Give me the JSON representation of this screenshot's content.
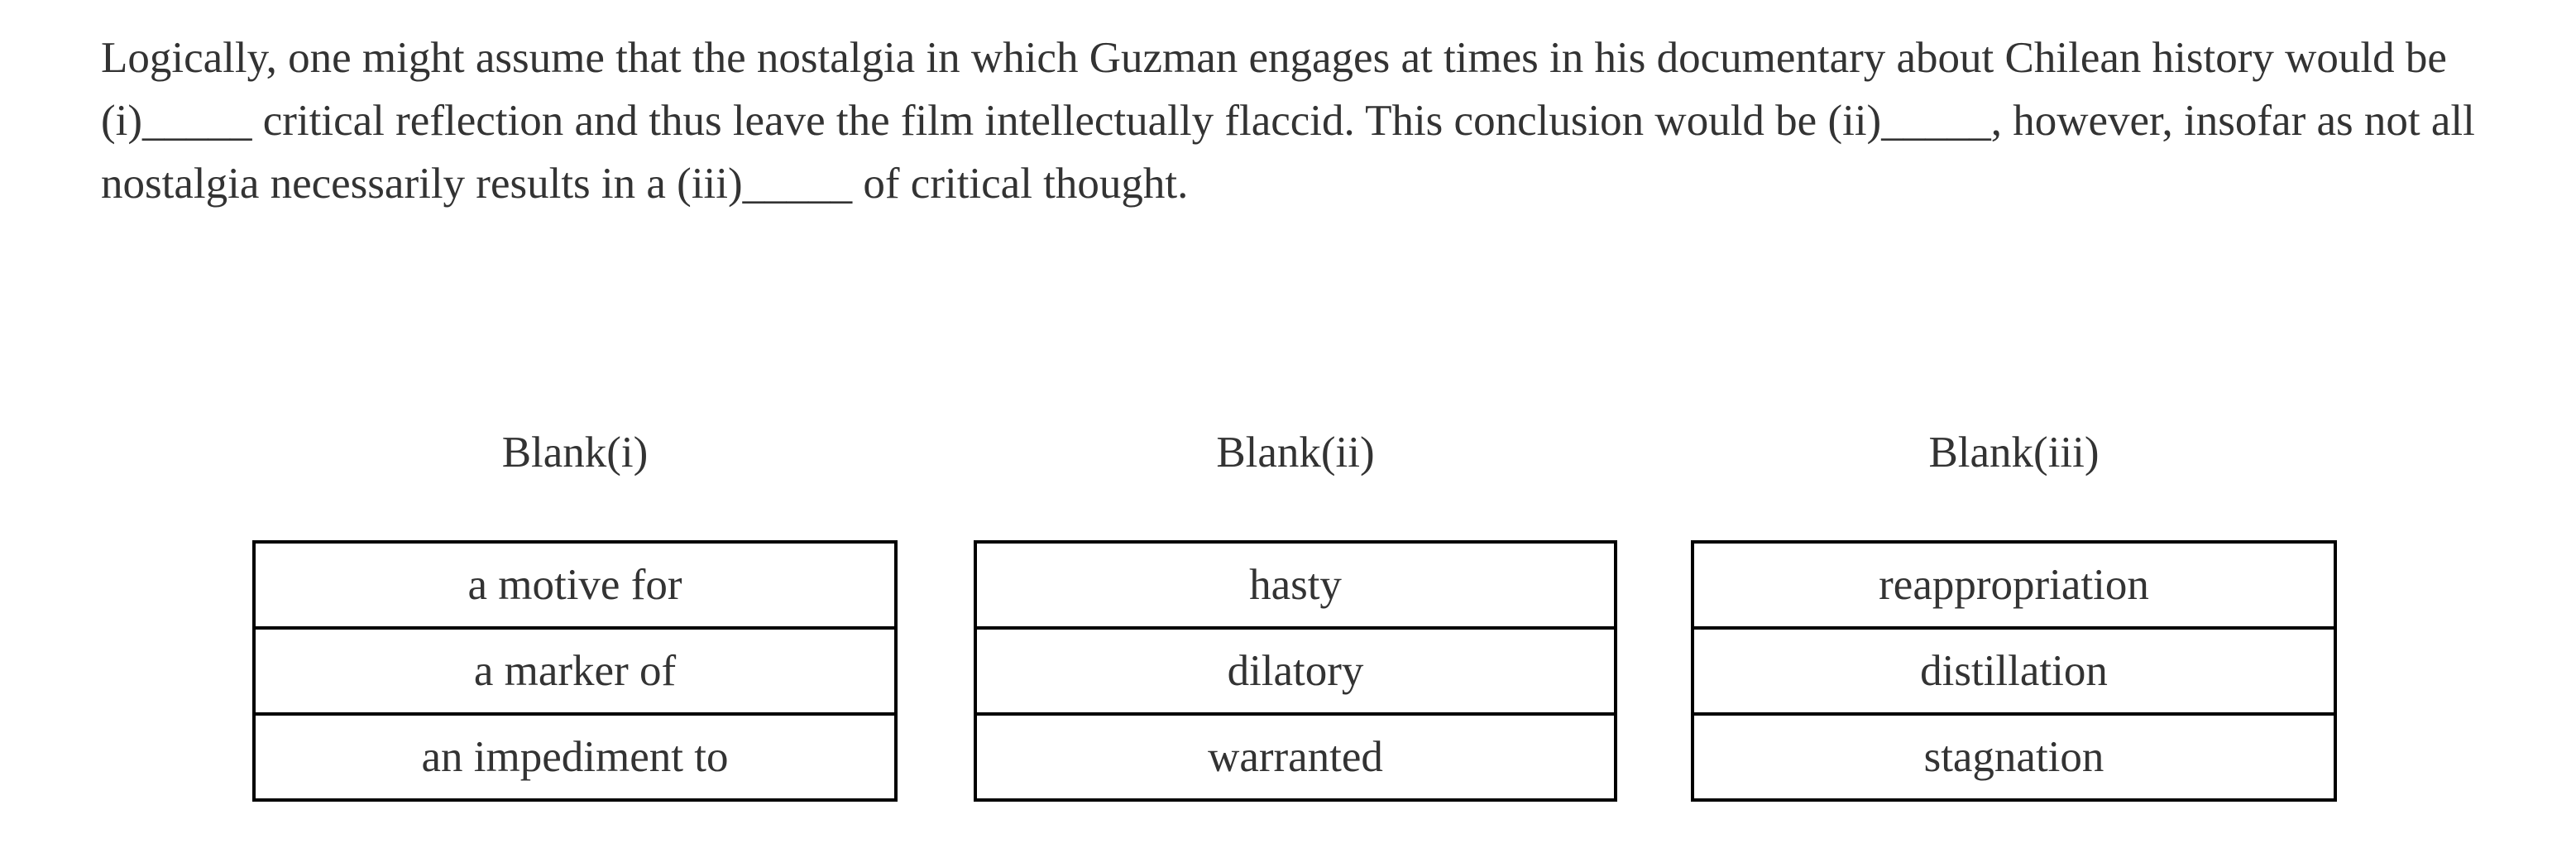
{
  "question": {
    "passage_lines": [
      "Logically, one might assume that the nostalgia in which Guzman engages at times in his documentary about Chilean history would be",
      "(i)_____ critical reflection and thus leave the film intellectually flaccid. This conclusion would be (ii)_____, however, insofar as not all",
      "nostalgia necessarily results in a (iii)_____ of critical thought."
    ]
  },
  "blanks": [
    {
      "label": "Blank(i)",
      "options": [
        "a motive for",
        "a marker of",
        "an impediment to"
      ]
    },
    {
      "label": "Blank(ii)",
      "options": [
        "hasty",
        "dilatory",
        "warranted"
      ]
    },
    {
      "label": "Blank(iii)",
      "options": [
        "reappropriation",
        "distillation",
        "stagnation"
      ]
    }
  ],
  "colors": {
    "background": "#ffffff",
    "text": "#333333",
    "table_border": "#000000"
  }
}
